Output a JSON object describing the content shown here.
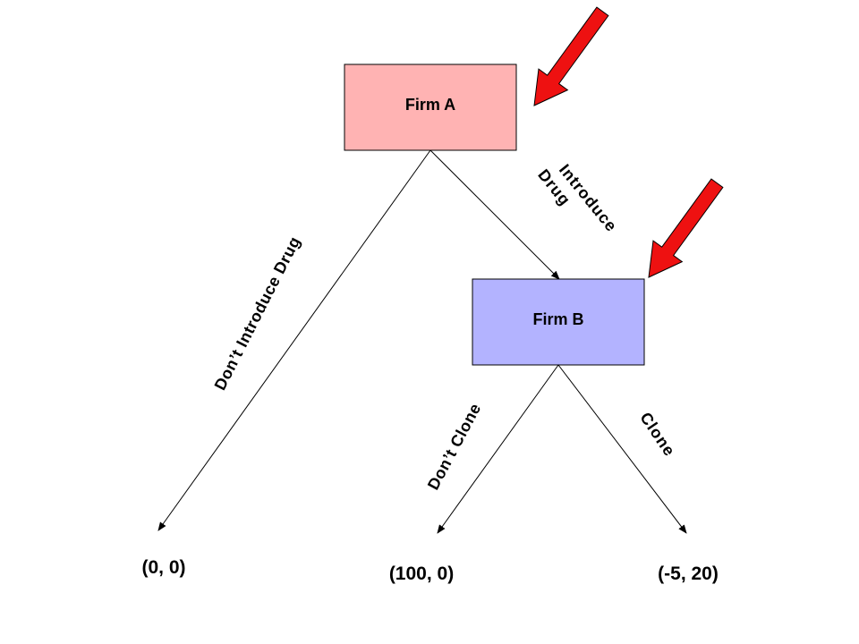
{
  "diagram": {
    "nodes": {
      "firm_a": {
        "label": "Firm A",
        "fill": "#ffb3b3"
      },
      "firm_b": {
        "label": "Firm B",
        "fill": "#b3b3ff"
      }
    },
    "edges": {
      "dont_introduce": {
        "label": "Don’t Introduce Drug"
      },
      "introduce": {
        "label_line1": "Introduce",
        "label_line2": "Drug"
      },
      "dont_clone": {
        "label": "Don’t Clone"
      },
      "clone": {
        "label": "Clone"
      }
    },
    "payoffs": {
      "no_entry": "(0, 0)",
      "monopoly": "(100, 0)",
      "cloned": "(-5, 20)"
    },
    "pointer_arrow_color": "#ee1111"
  }
}
